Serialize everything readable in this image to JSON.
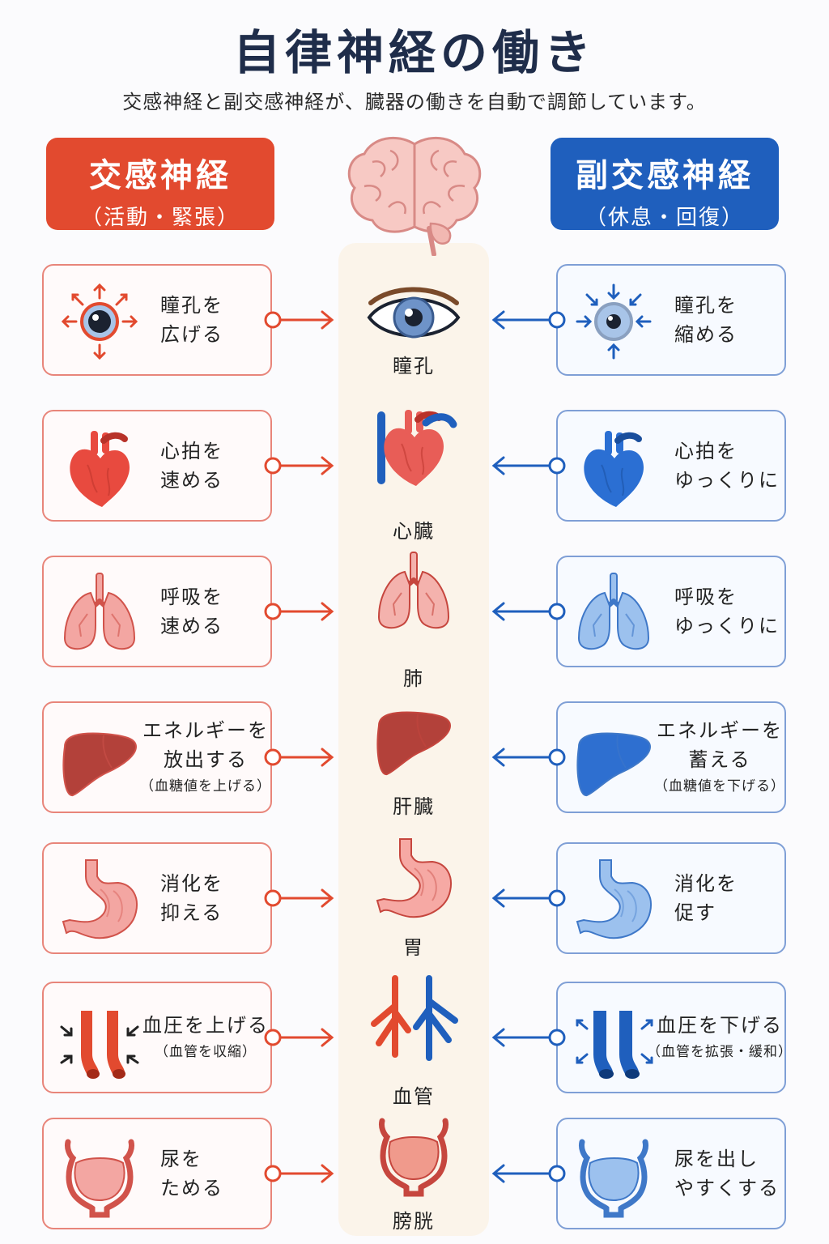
{
  "title": "自律神経の働き",
  "subtitle": "交感神経と副交感神経が、臓器の働きを自動で調節しています。",
  "sympathetic": {
    "label": "交感神経",
    "sub": "（活動・緊張）",
    "color": "#e24a2f"
  },
  "parasympathetic": {
    "label": "副交感神経",
    "sub": "（休息・回復）",
    "color": "#1f5fbd"
  },
  "rows": [
    {
      "organ": "瞳孔",
      "sym": [
        "瞳孔を",
        "広げる"
      ],
      "para": [
        "瞳孔を",
        "縮める"
      ]
    },
    {
      "organ": "心臓",
      "sym": [
        "心拍を",
        "速める"
      ],
      "para": [
        "心拍を",
        "ゆっくりに"
      ]
    },
    {
      "organ": "肺",
      "sym": [
        "呼吸を",
        "速める"
      ],
      "para": [
        "呼吸を",
        "ゆっくりに"
      ]
    },
    {
      "organ": "肝臓",
      "sym": [
        "エネルギーを",
        "放出する"
      ],
      "sym_note": "（血糖値を上げる）",
      "para": [
        "エネルギーを",
        "蓄える"
      ],
      "para_note": "（血糖値を下げる）"
    },
    {
      "organ": "胃",
      "sym": [
        "消化を",
        "抑える"
      ],
      "para": [
        "消化を",
        "促す"
      ]
    },
    {
      "organ": "血管",
      "sym": [
        "血圧を上げる"
      ],
      "sym_note": "（血管を収縮）",
      "para": [
        "血圧を下げる"
      ],
      "para_note": "（血管を拡張・緩和）"
    },
    {
      "organ": "膀胱",
      "sym": [
        "尿を",
        "ためる"
      ],
      "para": [
        "尿を出し",
        "やすくする"
      ]
    }
  ]
}
